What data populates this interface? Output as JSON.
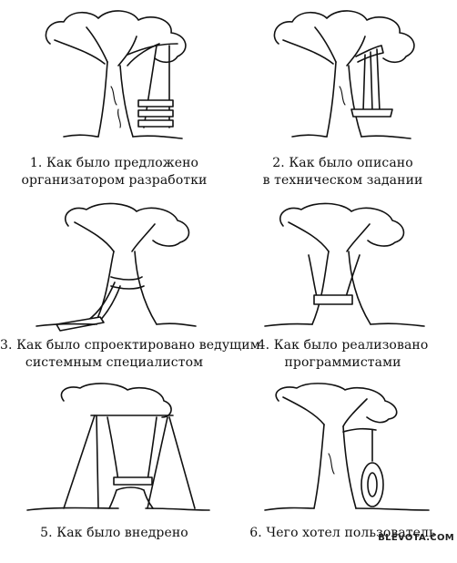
{
  "panels": [
    {
      "number": "1.",
      "line1": "Как было предложено",
      "line2": "организатором разработки"
    },
    {
      "number": "2.",
      "line1": "Как было описано",
      "line2": "в техническом задании"
    },
    {
      "number": "3.",
      "line1": "Как было спроектировано ведущим",
      "line2": "системным специалистом"
    },
    {
      "number": "4.",
      "line1": "Как было реализовано",
      "line2": "программистами"
    },
    {
      "number": "5.",
      "line1": "Как было внедрено",
      "line2": ""
    },
    {
      "number": "6.",
      "line1": "Чего хотел пользователь",
      "line2": ""
    }
  ],
  "watermark": "BLEVOTA.COM",
  "illustrations": [
    "tree-swing-with-three-seats",
    "tree-swing-hanging-from-cut-branch",
    "tree-swing-wrapped-around-trunk",
    "tree-swing-with-ropes-around-trunk",
    "a-frame-swing-on-tree-stump",
    "tire-swing-on-tree"
  ]
}
